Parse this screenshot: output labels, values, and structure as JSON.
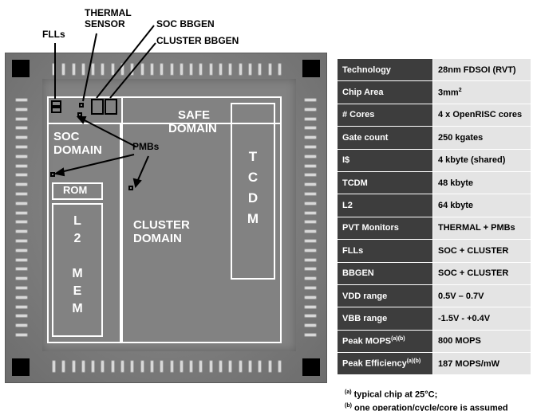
{
  "callouts": {
    "flls": "FLLs",
    "thermal_line1": "THERMAL",
    "thermal_line2": "SENSOR",
    "soc_bbgen": "SOC BBGEN",
    "cluster_bbgen": "CLUSTER BBGEN",
    "pmbs": "PMBs"
  },
  "domains": {
    "safe_line1": "SAFE",
    "safe_line2": "DOMAIN",
    "soc_line1": "SOC",
    "soc_line2": "DOMAIN",
    "rom": "ROM",
    "l2_letters": [
      "L",
      "2",
      "",
      "M",
      "E",
      "M"
    ],
    "cluster_line1": "CLUSTER",
    "cluster_line2": "DOMAIN",
    "tcdm_letters": [
      "T",
      "C",
      "D",
      "M"
    ]
  },
  "spec_table": [
    {
      "key": "Technology",
      "value": "28nm FDSOI (RVT)"
    },
    {
      "key": "Chip Area",
      "value": "3mm",
      "value_sup": "2"
    },
    {
      "key": "# Cores",
      "value": "4 x OpenRISC cores"
    },
    {
      "key": "Gate count",
      "value": "250 kgates"
    },
    {
      "key": "I$",
      "value": "4 kbyte (shared)"
    },
    {
      "key": "TCDM",
      "value": "48 kbyte"
    },
    {
      "key": "L2",
      "value": "64 kbyte"
    },
    {
      "key": "PVT Monitors",
      "value": "THERMAL + PMBs"
    },
    {
      "key": "FLLs",
      "value": "SOC + CLUSTER"
    },
    {
      "key": "BBGEN",
      "value": "SOC + CLUSTER"
    },
    {
      "key": "VDD range",
      "value": "0.5V – 0.7V"
    },
    {
      "key": "VBB range",
      "value": "-1.5V - +0.4V"
    },
    {
      "key": "Peak MOPS",
      "key_sup": "(a)(b)",
      "value": "800 MOPS"
    },
    {
      "key": "Peak Efficiency",
      "key_sup": "(a)(b)",
      "value": "187 MOPS/mW"
    }
  ],
  "footnotes": [
    {
      "mark": "(a)",
      "text": " typical chip at 25°C;"
    },
    {
      "mark": "(b)",
      "text": " one operation/cycle/core is assumed"
    }
  ],
  "colors": {
    "table_key_bg": "#3d3d3d",
    "table_value_bg": "#e4e4e4",
    "domain_outline": "#ffffff",
    "die_gray": "#808080"
  }
}
